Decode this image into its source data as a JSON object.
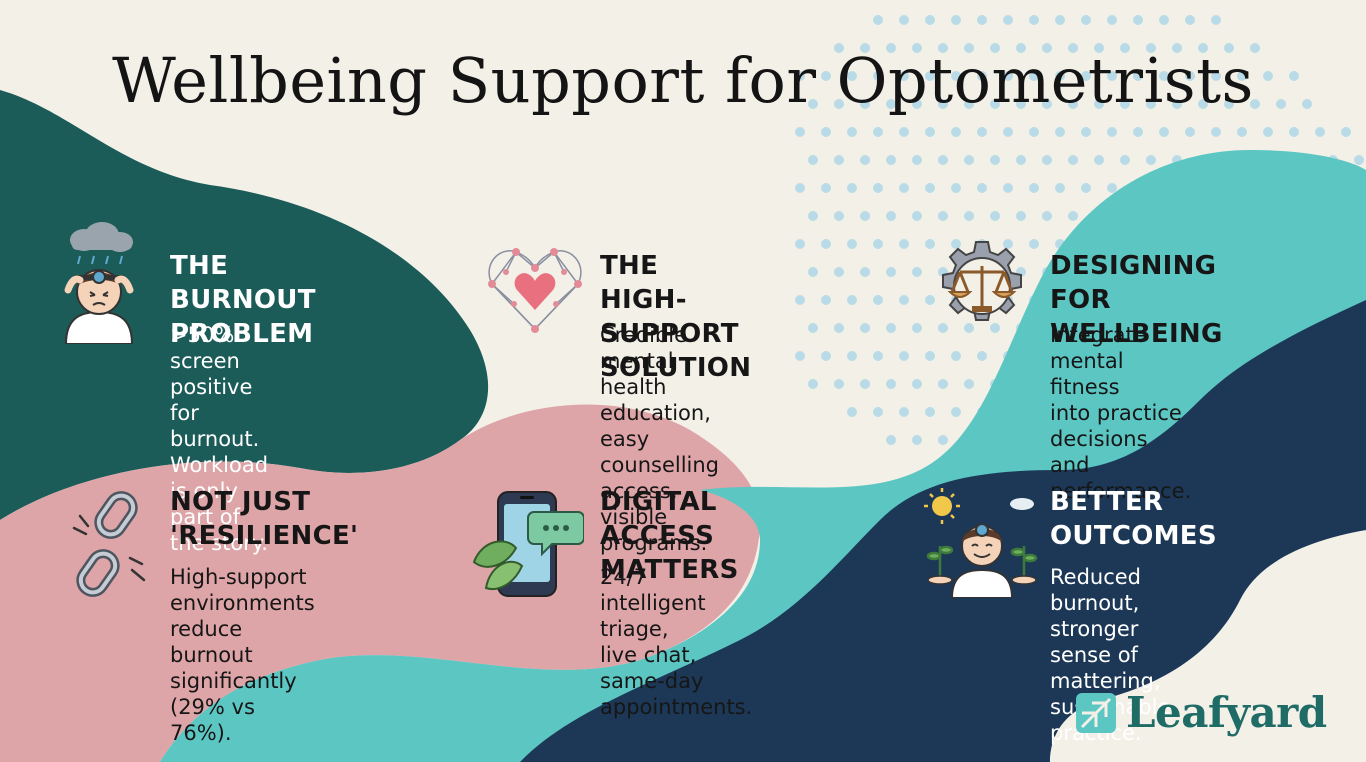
{
  "title": "Wellbeing Support for Optometrists",
  "colors": {
    "background": "#f3f0e8",
    "dark_teal": "#1b5b58",
    "pink": "#dea5a8",
    "teal": "#5cc6c3",
    "navy": "#1c3856",
    "dots": "#b9dbe8",
    "logo": "#1f6b66"
  },
  "cards": [
    {
      "icon": "stressed-doctor-icon",
      "heading": "THE BURNOUT\nPROBLEM",
      "body": ">50% screen positive\nfor burnout. Workload\nis only part of the story."
    },
    {
      "icon": "network-heart-icon",
      "heading": "THE HIGH-SUPPORT\nSOLUTION",
      "body": "Credible mental health\neducation, easy\ncounselling access,\nvisible programs."
    },
    {
      "icon": "gear-scales-icon",
      "heading": "DESIGNING FOR\nWELLBEING",
      "body": "Integrate mental fitness\ninto practice decisions\nand performance."
    },
    {
      "icon": "broken-chain-icon",
      "heading": "NOT JUST\n'RESILIENCE'",
      "body": "High-support\nenvironments reduce burnout\nsignificantly (29% vs 76%)."
    },
    {
      "icon": "phone-chat-icon",
      "heading": "DIGITAL ACCESS\nMATTERS",
      "body": "24/7 intelligent triage,\nlive chat, same-day\nappointments."
    },
    {
      "icon": "happy-doctor-plants-icon",
      "heading": "BETTER\nOUTCOMES",
      "body": "Reduced burnout, stronger\nsense of mattering,\nsustainable practice."
    }
  ],
  "logo": {
    "text": "Leafyard",
    "icon": "leaf-logo-icon"
  }
}
